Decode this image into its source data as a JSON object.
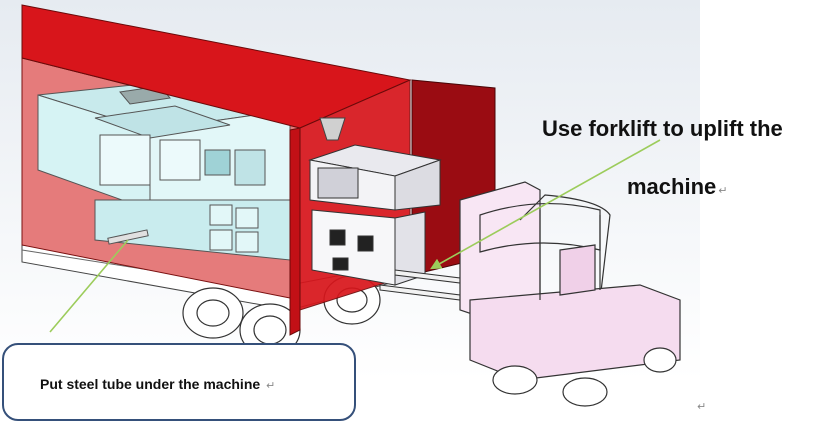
{
  "labels": {
    "forklift_line1": "Use forklift to uplift the",
    "forklift_line2": "machine",
    "tube_note": "Put steel tube under the machine",
    "return_mark": "↵"
  },
  "colors": {
    "container_red": "#d8151b",
    "door_dark_red": "#9a0c12",
    "machine_cyan": "#d6f3f4",
    "machine_gray": "#ececf0",
    "forklift_pink": "#f5dcef",
    "arrow_green": "#9ccc5b",
    "callout_border": "#35507a"
  }
}
